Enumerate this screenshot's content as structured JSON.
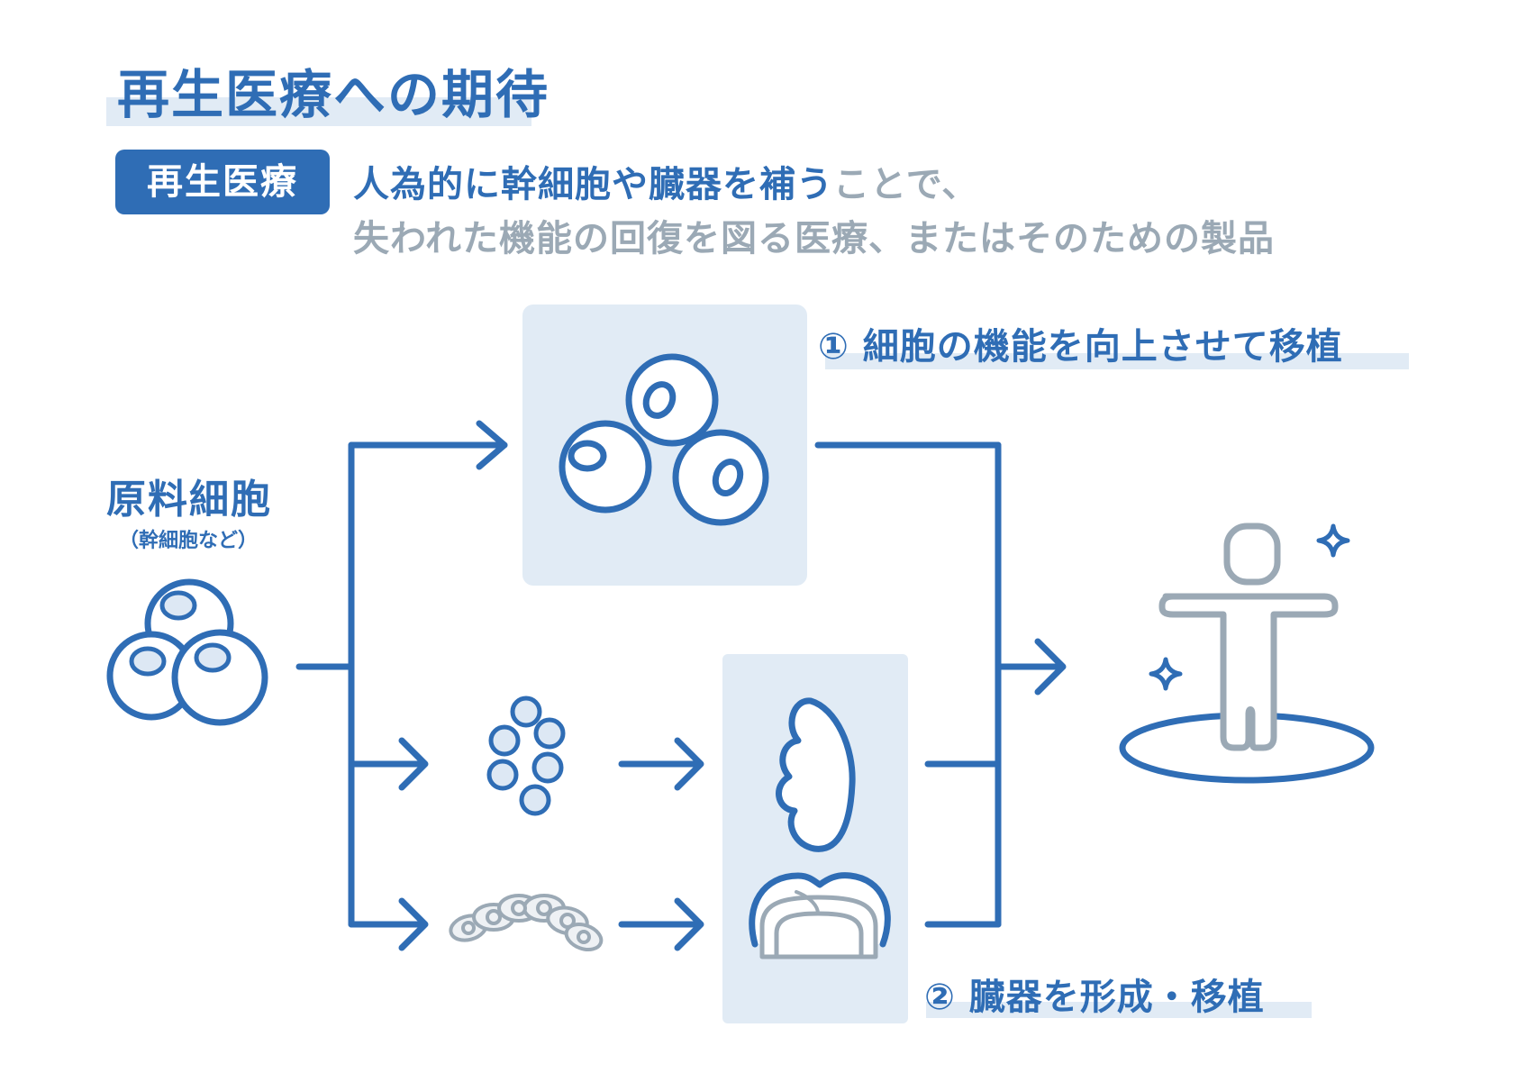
{
  "title": "再生医療への期待",
  "definition": {
    "badge": "再生医療",
    "line1_highlight": "人為的に幹細胞や臓器を補う",
    "line1_rest": "ことで、",
    "line2": "失われた機能の回復を図る医療、またはそのための製品"
  },
  "source": {
    "title": "原料細胞",
    "subtitle": "（幹細胞など）"
  },
  "routes": [
    {
      "label": "① 細胞の機能を向上させて移植"
    },
    {
      "label": "② 臓器を形成・移植"
    }
  ],
  "colors": {
    "primary": "#2f6db5",
    "panel": "#e1ebf5",
    "gray": "#9ba9b5",
    "cell_fill": "#dde8f4"
  },
  "icons": [
    "stem-cells-icon",
    "improved-cells-icon",
    "cell-cluster-icon",
    "cell-sheet-icon",
    "kidney-icon",
    "tooth-icon",
    "human-figure-icon",
    "sparkle-icon"
  ]
}
